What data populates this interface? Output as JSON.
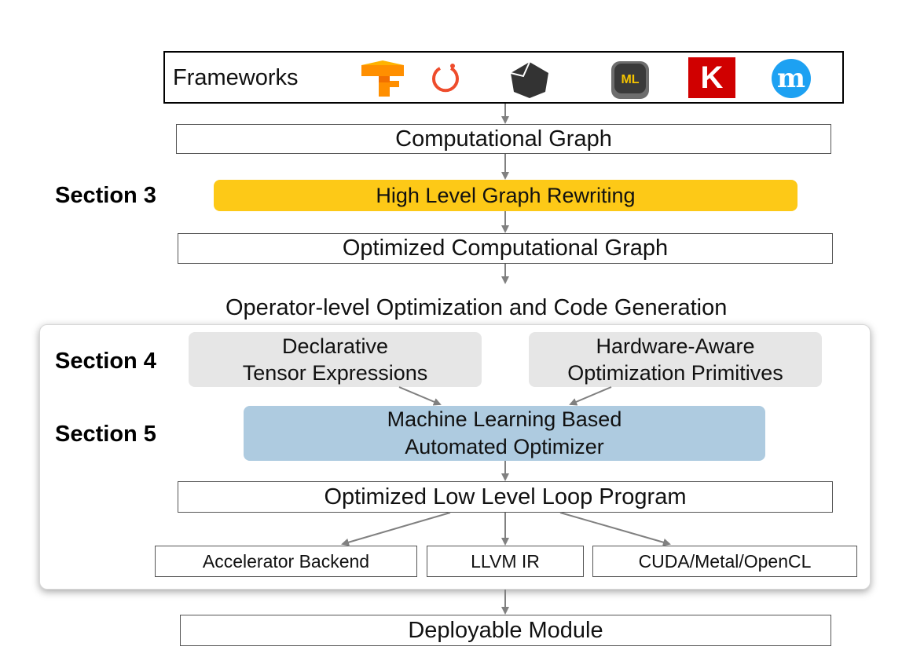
{
  "frameworks": {
    "label": "Frameworks",
    "icons": [
      {
        "name": "tensorflow-icon",
        "color": "#ff8f00"
      },
      {
        "name": "pytorch-icon",
        "color": "#ee4c2c"
      },
      {
        "name": "onnx-icon",
        "color": "#333333"
      },
      {
        "name": "coreml-icon",
        "color": "#555555",
        "text": "ML"
      },
      {
        "name": "keras-icon",
        "color": "#d00000",
        "text": "K"
      },
      {
        "name": "mxnet-icon",
        "color": "#1da1f2",
        "text": "m"
      }
    ]
  },
  "nodes": {
    "computational_graph": "Computational Graph",
    "graph_rewriting": "High Level Graph Rewriting",
    "optimized_graph": "Optimized Computational Graph",
    "operator_title": "Operator-level Optimization and Code Generation",
    "tensor_expr_line1": "Declarative",
    "tensor_expr_line2": "Tensor Expressions",
    "hw_primitives_line1": "Hardware-Aware",
    "hw_primitives_line2": "Optimization Primitives",
    "ml_optimizer_line1": "Machine Learning Based",
    "ml_optimizer_line2": "Automated Optimizer",
    "loop_program": "Optimized Low Level Loop Program",
    "accelerator_backend": "Accelerator Backend",
    "llvm_ir": "LLVM IR",
    "cuda_metal_opencl": "CUDA/Metal/OpenCL",
    "deployable_module": "Deployable Module"
  },
  "sections": {
    "section3": "Section 3",
    "section4": "Section 4",
    "section5": "Section 5"
  },
  "colors": {
    "rewriting": "#fdc917",
    "gray_box": "#e6e6e6",
    "ml_box": "#aecbe0",
    "arrow": "#808080"
  }
}
